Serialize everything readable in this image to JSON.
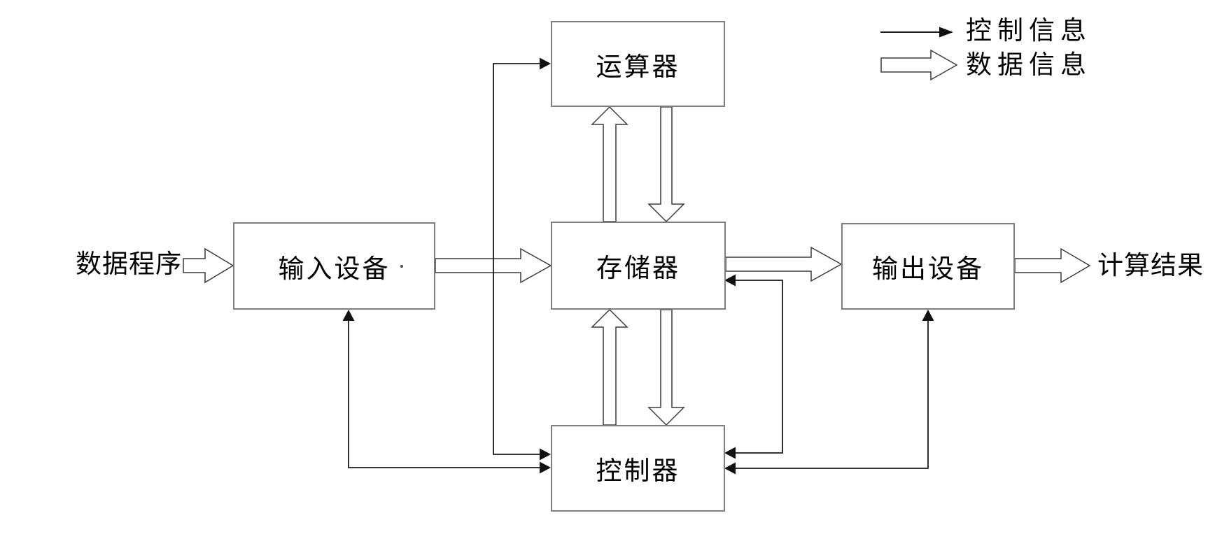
{
  "diagram_title": "",
  "nodes": {
    "alu": {
      "label": "运算器"
    },
    "memory": {
      "label": "存储器"
    },
    "controller": {
      "label": "控制器"
    },
    "input": {
      "label": "输入设备"
    },
    "output": {
      "label": "输出设备"
    }
  },
  "io_labels": {
    "source": "数据程序",
    "result": "计算结果"
  },
  "legend": {
    "items": [
      {
        "icon": "thin-arrow-icon",
        "label": "控制信息"
      },
      {
        "icon": "hollow-arrow-icon",
        "label": "数据信息"
      }
    ]
  },
  "connections": [
    {
      "from": "数据程序",
      "to": "输入设备",
      "type": "data",
      "bidirectional": false
    },
    {
      "from": "输入设备",
      "to": "存储器",
      "type": "data",
      "bidirectional": false
    },
    {
      "from": "存储器",
      "to": "输出设备",
      "type": "data",
      "bidirectional": false
    },
    {
      "from": "输出设备",
      "to": "计算结果",
      "type": "data",
      "bidirectional": false
    },
    {
      "from": "存储器",
      "to": "运算器",
      "type": "data",
      "bidirectional": false
    },
    {
      "from": "运算器",
      "to": "存储器",
      "type": "data",
      "bidirectional": false
    },
    {
      "from": "控制器",
      "to": "存储器",
      "type": "data",
      "bidirectional": false
    },
    {
      "from": "存储器",
      "to": "控制器",
      "type": "data",
      "bidirectional": false
    },
    {
      "from": "控制器",
      "to": "运算器",
      "type": "control",
      "bidirectional": true
    },
    {
      "from": "控制器",
      "to": "输入设备",
      "type": "control",
      "bidirectional": true
    },
    {
      "from": "控制器",
      "to": "存储器",
      "type": "control",
      "bidirectional": true
    },
    {
      "from": "控制器",
      "to": "输出设备",
      "type": "control",
      "bidirectional": true
    }
  ],
  "colors": {
    "background": "#ffffff",
    "box_border": "#7f7f7f",
    "control_line": "#1a1a1a",
    "data_arrow_outline": "#3c3c3c",
    "text": "#000000"
  }
}
